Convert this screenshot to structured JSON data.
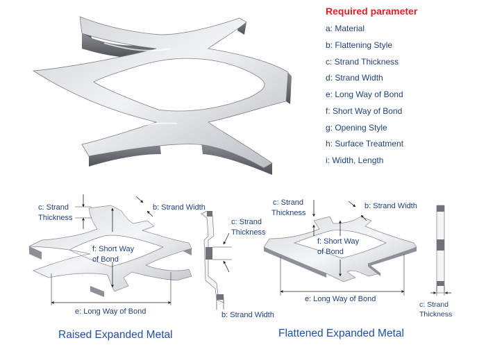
{
  "parameters": {
    "title": "Required parameter",
    "items": [
      "a: Material",
      "b: Flattening Style",
      "c: Strand Thickness",
      "d: Strand Width",
      "e: Long Way of Bond",
      "f: Short Way of Bond",
      "g: Opening Style",
      "h: Surface Treatment",
      "i: Width, Length"
    ]
  },
  "raised": {
    "caption": "Raised Expanded Metal",
    "label_thickness": [
      "c: Strand",
      "Thickness"
    ],
    "label_strand_width": "b: Strand Width",
    "label_short_way": [
      "f: Short Way",
      "of Bond"
    ],
    "label_long_way": "e: Long Way of Bond",
    "section_thickness": [
      "c: Strand",
      "Thickness"
    ],
    "section_width": "b: Strand Width"
  },
  "flattened": {
    "caption": "Flattened Expanded Metal",
    "label_thickness": [
      "c: Strand",
      "Thickness"
    ],
    "label_strand_width": "b: Strand Width",
    "label_short_way": [
      "f: Short Way",
      "of Bond"
    ],
    "label_long_way": "e: Long Way of Bond",
    "section_thickness": [
      "c: Strand",
      "Thickness"
    ]
  }
}
